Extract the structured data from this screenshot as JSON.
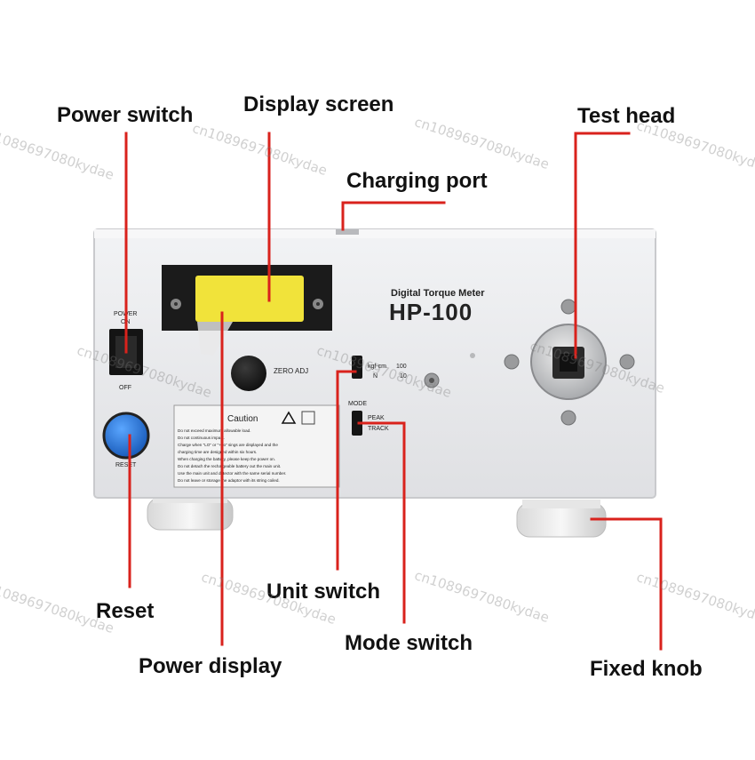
{
  "labels": {
    "power_switch": "Power switch",
    "display_screen": "Display screen",
    "charging_port": "Charging port",
    "test_head": "Test head",
    "unit_switch": "Unit switch",
    "reset": "Reset",
    "mode_switch": "Mode switch",
    "power_display": "Power display",
    "fixed_knob": "Fixed knob"
  },
  "device": {
    "subtitle": "Digital Torque Meter",
    "model": "HP-100",
    "power_label_top": "POWER",
    "power_label_on": "ON",
    "power_label_off": "OFF",
    "reset_label": "RESET",
    "zero_adj": "ZERO ADJ",
    "unit_kgf": "kgf-cm",
    "unit_kgf_value": "100",
    "unit_n": "N",
    "unit_n_value": "10",
    "mode_label": "MODE",
    "mode_peak": "PEAK",
    "mode_track": "TRACK",
    "caution_title": "Caution",
    "caution_lines": [
      "Do not exceed maximum allowable load.",
      "Do not continuous impact.",
      "Charge when \"LO\" or \"+Lo\" sings are displayed and the",
      "charging time are designed within six hours.",
      "When charging the battery, please keep the power on.",
      "Do not detach the rechargeable battery out the main unit.",
      "Use the main unit and detector with the same serial number.",
      "Do not leave or storage the adaptor with its string coiled."
    ]
  },
  "watermark": "cn1089697080kydae",
  "colors": {
    "callout_line": "#d9221c",
    "display_yellow": "#f1e33a",
    "reset_blue": "#1f6fd1",
    "body_gray": "#e9eaec"
  }
}
